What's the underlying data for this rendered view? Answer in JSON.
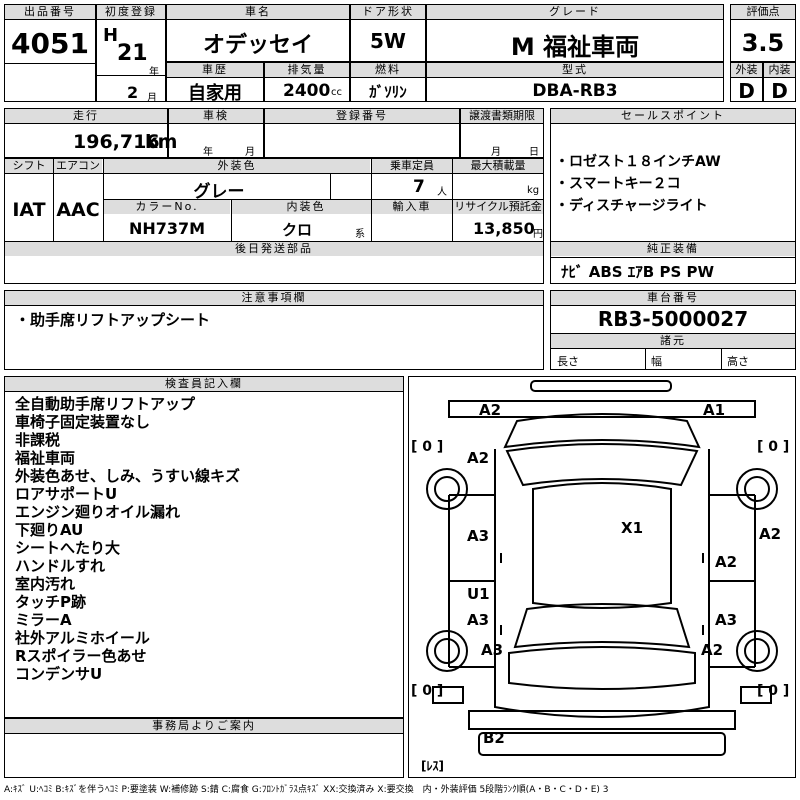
{
  "header": {
    "lot_label": "出品番号",
    "lot_no": "4051",
    "first_reg_label": "初度登録",
    "era": "H",
    "year": "21",
    "year_unit": "年",
    "month": "2",
    "month_unit": "月",
    "car_name_label": "車名",
    "car_name": "オデッセイ",
    "door_label": "ドア形状",
    "door": "5W",
    "grade_label": "グレード",
    "grade": "M 福祉車両",
    "score_label": "評価点",
    "score": "3.5",
    "history_label": "車歴",
    "history": "自家用",
    "displacement_label": "排気量",
    "displacement": "2400",
    "displacement_unit": "cc",
    "fuel_label": "燃料",
    "fuel": "ｶﾞｿﾘﾝ",
    "model_label": "型式",
    "model": "DBA-RB3",
    "exterior_label": "外装",
    "exterior": "D",
    "interior_label": "内装",
    "interior": "D"
  },
  "row2": {
    "mileage_label": "走行",
    "mileage": "196,716",
    "mileage_unit": "km",
    "inspection_label": "車検",
    "inspection_year_unit": "年",
    "inspection_month_unit": "月",
    "reg_no_label": "登録番号",
    "transfer_label": "譲渡書類期限",
    "transfer_month_unit": "月",
    "transfer_day_unit": "日",
    "sales_label": "セールスポイント",
    "sales_points": [
      "・ロゼスト１８インチAW",
      "・スマートキー２コ",
      "・ディスチャージライト"
    ]
  },
  "row3": {
    "shift_label": "シフト",
    "shift": "IAT",
    "ac_label": "エアコン",
    "ac": "AAC",
    "ext_color_label": "外装色",
    "ext_color": "グレー",
    "capacity_label": "乗車定員",
    "capacity": "7",
    "capacity_unit": "人",
    "max_load_label": "最大積載量",
    "max_load_unit": "kg",
    "color_no_label": "カラーNo.",
    "color_no": "NH737M",
    "int_color_label": "内装色",
    "int_color": "クロ",
    "int_color_unit": "系",
    "import_label": "輸入車",
    "recycle_label": "リサイクル預託金",
    "recycle": "13,850",
    "recycle_unit": "円",
    "later_parts_label": "後日発送部品",
    "equipment_label": "純正装備",
    "equipment": "ﾅﾋﾞ ABS ｴｱB PS PW"
  },
  "row4": {
    "caution_label": "注意事項欄",
    "caution": "・助手席リフトアップシート",
    "chassis_label": "車台番号",
    "chassis": "RB3-5000027",
    "spec_label": "諸元",
    "length_label": "長さ",
    "width_label": "幅",
    "height_label": "高さ"
  },
  "inspector": {
    "label": "検査員記入欄",
    "notes": [
      "全自動助手席リフトアップ",
      "車椅子固定装置なし",
      "非課税",
      "福祉車両",
      "外装色あせ、しみ、うすい線キズ",
      "ロアサポートU",
      "エンジン廻りオイル漏れ",
      "下廻りAU",
      "シートへたり大",
      "ハンドルすれ",
      "室内汚れ",
      "タッチP跡",
      "ミラーA",
      "社外アルミホイール",
      "Rスポイラー色あせ",
      "コンデンサU"
    ]
  },
  "diagram": {
    "marks": [
      "A2",
      "A1",
      "A2",
      "X1",
      "A2",
      "A3",
      "A2",
      "U1",
      "A3",
      "A3",
      "A3",
      "A2",
      "B2"
    ],
    "tires": [
      "[ 0 ]",
      "[ 0 ]",
      "[ 0 ]",
      "[ 0 ]"
    ],
    "spare": "[ﾚｽ]"
  },
  "office": {
    "label": "事務局よりご案内"
  },
  "legend": "A:ｷｽﾞ U:ﾍｺﾐ B:ｷｽﾞを伴うﾍｺﾐ P:要塗装 W:補修跡 S:錆 C:腐食 G:ﾌﾛﾝﾄｶﾞﾗｽ点ｷｽﾞ XX:交換済み X:要交換　内・外装評価 5段階ﾗﾝｸ順(A・B・C・D・E) 3"
}
